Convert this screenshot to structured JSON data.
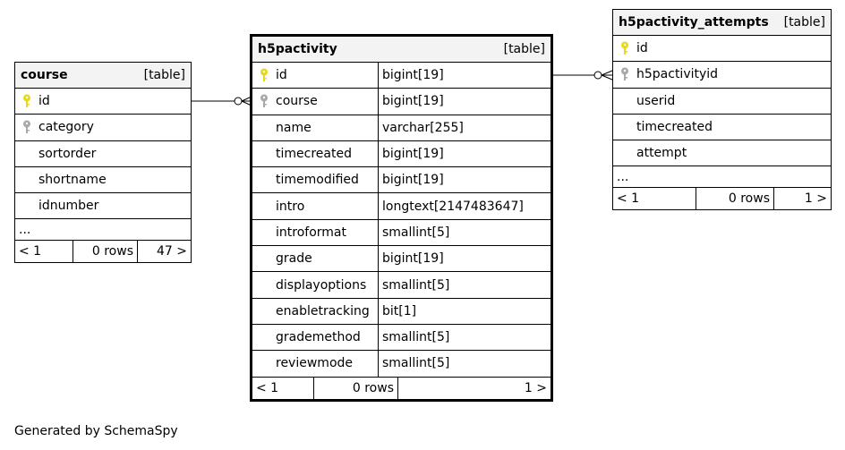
{
  "colors": {
    "primary_key": "#e8d91a",
    "foreign_key": "#a9a9a9",
    "header_bg": "#f3f3f3"
  },
  "course": {
    "name": "course",
    "kind": "[table]",
    "columns": [
      {
        "name": "id",
        "key": "primary-key-icon"
      },
      {
        "name": "category",
        "key": "foreign-key-icon"
      },
      {
        "name": "sortorder",
        "key": ""
      },
      {
        "name": "shortname",
        "key": ""
      },
      {
        "name": "idnumber",
        "key": ""
      }
    ],
    "more": "...",
    "footer": {
      "prev": "< 1",
      "rows": "0 rows",
      "next": "47 >"
    }
  },
  "h5pactivity": {
    "name": "h5pactivity",
    "kind": "[table]",
    "columns": [
      {
        "name": "id",
        "type": "bigint[19]",
        "key": "primary-key-icon"
      },
      {
        "name": "course",
        "type": "bigint[19]",
        "key": "foreign-key-icon"
      },
      {
        "name": "name",
        "type": "varchar[255]",
        "key": ""
      },
      {
        "name": "timecreated",
        "type": "bigint[19]",
        "key": ""
      },
      {
        "name": "timemodified",
        "type": "bigint[19]",
        "key": ""
      },
      {
        "name": "intro",
        "type": "longtext[2147483647]",
        "key": ""
      },
      {
        "name": "introformat",
        "type": "smallint[5]",
        "key": ""
      },
      {
        "name": "grade",
        "type": "bigint[19]",
        "key": ""
      },
      {
        "name": "displayoptions",
        "type": "smallint[5]",
        "key": ""
      },
      {
        "name": "enabletracking",
        "type": "bit[1]",
        "key": ""
      },
      {
        "name": "grademethod",
        "type": "smallint[5]",
        "key": ""
      },
      {
        "name": "reviewmode",
        "type": "smallint[5]",
        "key": ""
      }
    ],
    "footer": {
      "prev": "< 1",
      "rows": "0 rows",
      "next": "1 >"
    }
  },
  "attempts": {
    "name": "h5pactivity_attempts",
    "kind": "[table]",
    "columns": [
      {
        "name": "id",
        "key": "primary-key-icon"
      },
      {
        "name": "h5pactivityid",
        "key": "foreign-key-icon"
      },
      {
        "name": "userid",
        "key": ""
      },
      {
        "name": "timecreated",
        "key": ""
      },
      {
        "name": "attempt",
        "key": ""
      }
    ],
    "more": "...",
    "footer": {
      "prev": "< 1",
      "rows": "0 rows",
      "next": "1 >"
    }
  },
  "generated_by": "Generated by SchemaSpy"
}
